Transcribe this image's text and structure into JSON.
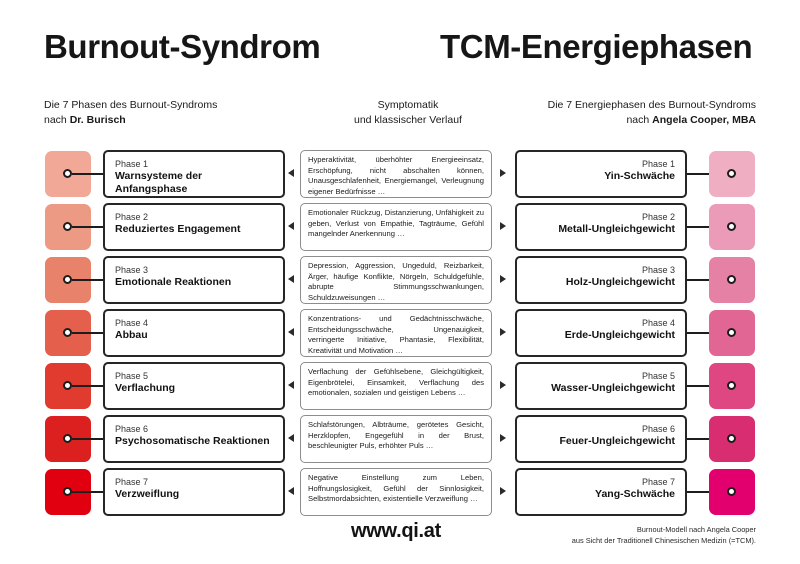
{
  "titles": {
    "left": "Burnout-Syndrom",
    "right": "TCM-Energiephasen"
  },
  "subheads": {
    "left_line1": "Die 7 Phasen des Burnout-Syndroms",
    "left_line2_prefix": "nach ",
    "left_line2_bold": "Dr. Burisch",
    "mid_line1": "Symptomatik",
    "mid_line2": "und klassischer Verlauf",
    "right_line1": "Die 7 Energiephasen des Burnout-Syndroms",
    "right_line2_prefix": "nach ",
    "right_line2_bold": "Angela Cooper, MBA"
  },
  "rows": [
    {
      "left": {
        "phase": "Phase 1",
        "name": "Warnsysteme der Anfangsphase",
        "color": "#f2a896"
      },
      "symptom": "Hyperaktivität, überhöhter Energieeinsatz, Erschöpfung, nicht abschalten können, Unausgeschlafenheit, Energiemangel, Verleugnung eigener Bedürfnisse …",
      "right": {
        "phase": "Phase 1",
        "name": "Yin-Schwäche",
        "color": "#f0aec3"
      }
    },
    {
      "left": {
        "phase": "Phase 2",
        "name": "Reduziertes Engagement",
        "color": "#ed9a84"
      },
      "symptom": "Emotionaler Rückzug, Distanzierung, Unfähigkeit zu geben, Verlust von Empathie, Tagträume, Gefühl mangelnder Anerkennung …",
      "right": {
        "phase": "Phase 2",
        "name": "Metall-Ungleichgewicht",
        "color": "#eb9bb7"
      }
    },
    {
      "left": {
        "phase": "Phase 3",
        "name": "Emotionale Reaktionen",
        "color": "#e8826b"
      },
      "symptom": "Depression, Aggression, Ungeduld, Reizbarkeit, Ärger, häufige Konflikte, Nörgeln, Schuldgefühle, abrupte Stimmungsschwankungen, Schuldzuweisungen …",
      "right": {
        "phase": "Phase 3",
        "name": "Holz-Ungleichgewicht",
        "color": "#e681a6"
      }
    },
    {
      "left": {
        "phase": "Phase 4",
        "name": "Abbau",
        "color": "#e4604d"
      },
      "symptom": "Konzentrations- und Gedächtnisschwäche, Entscheidungsschwäche, Ungenauigkeit, verringerte Initiative, Phantasie, Flexibilität, Kreativität und Motivation …",
      "right": {
        "phase": "Phase 4",
        "name": "Erde-Ungleichgewicht",
        "color": "#e26694"
      }
    },
    {
      "left": {
        "phase": "Phase 5",
        "name": "Verflachung",
        "color": "#e03b2e"
      },
      "symptom": "Verflachung der Gefühlsebene, Gleichgültigkeit, Eigenbrötelei, Einsamkeit, Verflachung des emotionalen, sozialen und geistigen Lebens …",
      "right": {
        "phase": "Phase 5",
        "name": "Wasser-Ungleichgewicht",
        "color": "#de4782"
      }
    },
    {
      "left": {
        "phase": "Phase 6",
        "name": "Psychosomatische Reaktionen",
        "color": "#dc2020"
      },
      "symptom": "Schlafstörungen, Albträume, gerötetes Gesicht, Herzklopfen, Engegefühl in der Brust, beschleunigter Puls, erhöhter Puls …",
      "right": {
        "phase": "Phase 6",
        "name": "Feuer-Ungleichgewicht",
        "color": "#d92d72"
      }
    },
    {
      "left": {
        "phase": "Phase 7",
        "name": "Verzweiflung",
        "color": "#e1000f"
      },
      "symptom": "Negative Einstellung zum Leben, Hoffnungslosigkeit, Gefühl der Sinnlosigkeit, Selbstmordabsichten, existentielle Verzweiflung …",
      "right": {
        "phase": "Phase 7",
        "name": "Yang-Schwäche",
        "color": "#e2006e"
      }
    }
  ],
  "footer": {
    "website": "www.qi.at",
    "credit_line1": "Burnout-Modell nach Angela Cooper",
    "credit_line2": "aus Sicht der Traditionell Chinesischen Medizin (=TCM)."
  }
}
